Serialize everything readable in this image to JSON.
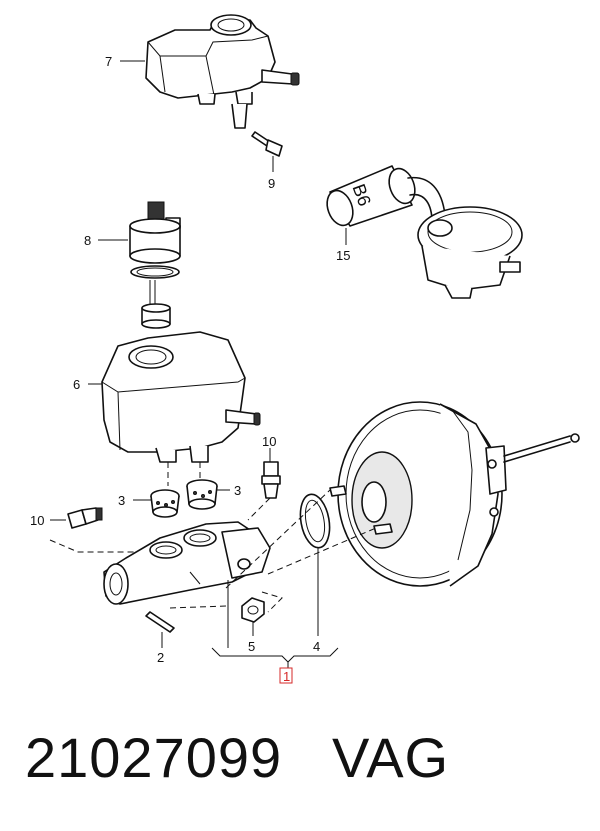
{
  "callouts": {
    "c7": "7",
    "c9": "9",
    "c15": "15",
    "c8": "8",
    "c6": "6",
    "c10a": "10",
    "c10b": "10",
    "c3a": "3",
    "c3b": "3",
    "c2": "2",
    "c5": "5",
    "c4": "4",
    "c1": "1"
  },
  "cap_label": "B6",
  "footer": {
    "part_number": "21027099",
    "brand": "VAG"
  },
  "colors": {
    "ink": "#111111",
    "highlight": "#d62828"
  }
}
